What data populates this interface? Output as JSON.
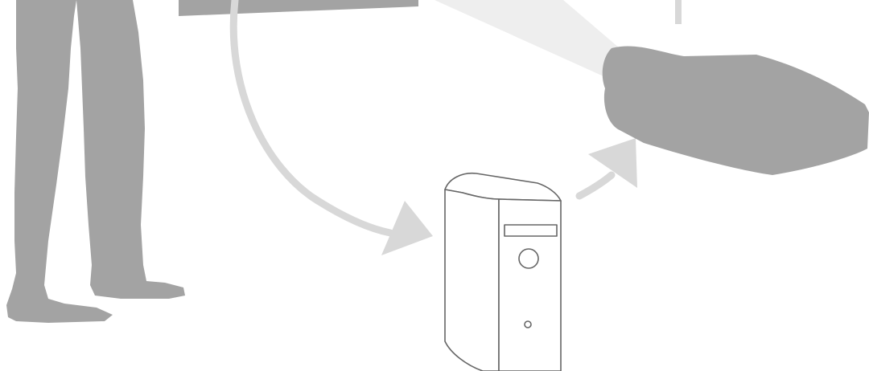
{
  "diagram": {
    "elements": [
      {
        "role": "person-legs",
        "icon": "person-silhouette-icon"
      },
      {
        "role": "screen",
        "icon": "projection-screen-icon"
      },
      {
        "role": "computer",
        "icon": "desktop-tower-icon"
      },
      {
        "role": "projector",
        "icon": "projector-icon"
      }
    ],
    "flows": [
      {
        "from": "screen",
        "to": "computer"
      },
      {
        "from": "computer",
        "to": "projector"
      }
    ]
  },
  "colors": {
    "background": "#ffffff",
    "silhouette": "#a3a3a3",
    "arrow": "#d8d8d8",
    "beam": "#eeeeee",
    "outline": "#666666"
  }
}
